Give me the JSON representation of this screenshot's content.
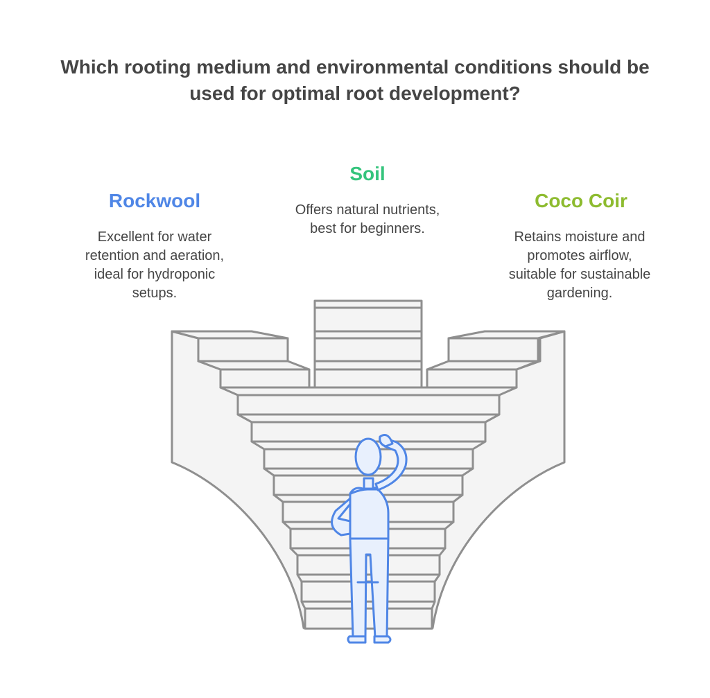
{
  "title": {
    "line1": "Which rooting medium and environmental conditions should be",
    "line2": "used for optimal root development?"
  },
  "options": [
    {
      "name": "Rockwool",
      "color": "#4f86e6",
      "desc": [
        "Excellent for water",
        "retention and aeration,",
        "ideal for hydroponic",
        "setups."
      ]
    },
    {
      "name": "Soil",
      "color": "#34c47c",
      "desc": [
        "Offers natural nutrients,",
        "best for beginners."
      ]
    },
    {
      "name": "Coco Coir",
      "color": "#8dbb2f",
      "desc": [
        "Retains moisture and",
        "promotes airflow,",
        "suitable for sustainable",
        "gardening."
      ]
    }
  ],
  "icons": {
    "figure": "person-thinking-icon",
    "stairs": "staircase-icon"
  }
}
